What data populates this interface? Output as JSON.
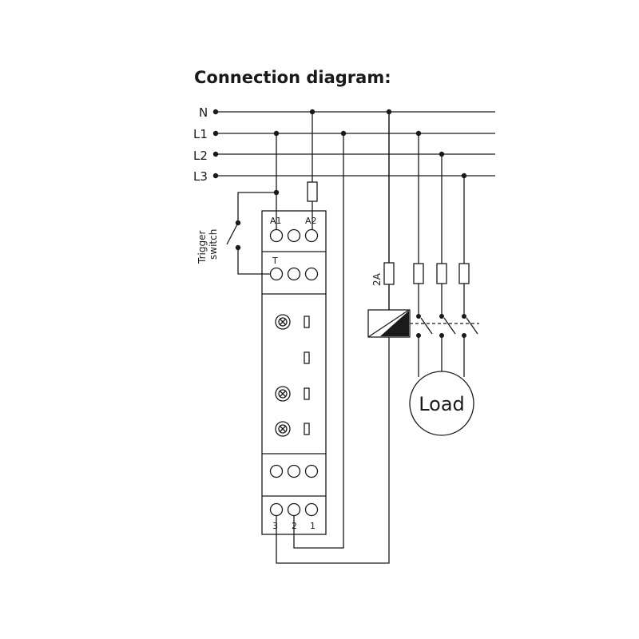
{
  "title": "Connection diagram:",
  "lines": {
    "n": "N",
    "l1": "L1",
    "l2": "L2",
    "l3": "L3"
  },
  "terminals": {
    "a1": "A1",
    "a2": "A2",
    "t": "T",
    "t3": "3",
    "t2": "2",
    "t1": "1"
  },
  "trigger_switch": {
    "line1": "Trigger",
    "line2": "switch"
  },
  "fuse_rating": "2A",
  "load_label": "Load"
}
